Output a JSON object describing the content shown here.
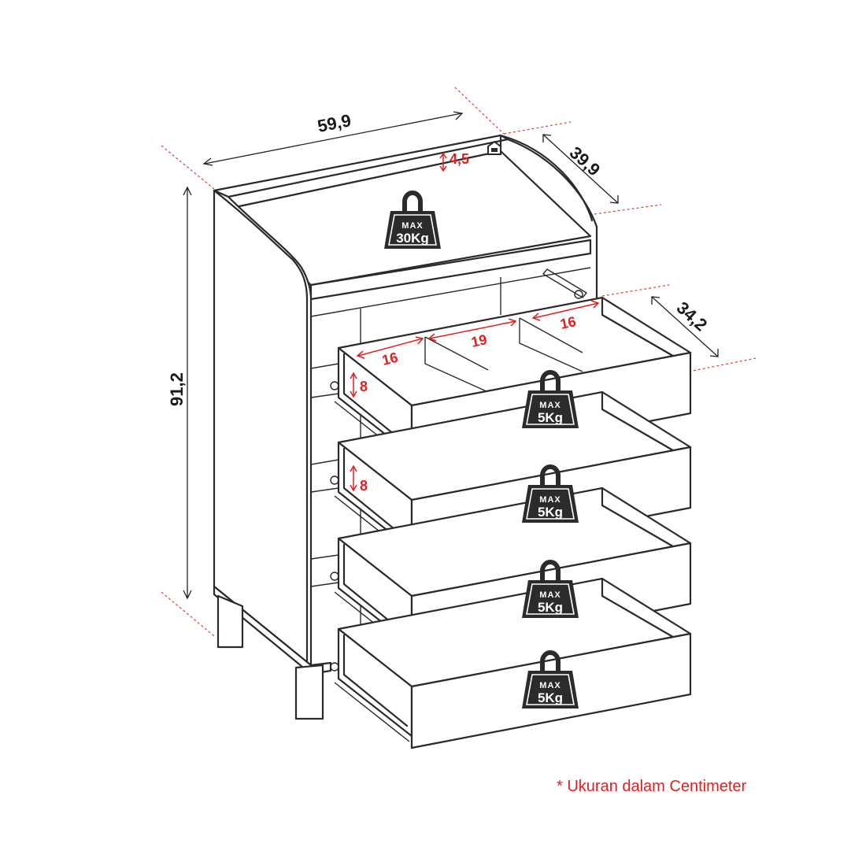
{
  "dimensions": {
    "width": "59,9",
    "depth": "39,9",
    "height": "91,2",
    "top_rim": "4,5",
    "drawer_depth": "34,2",
    "compartment_left": "16",
    "compartment_middle": "19",
    "compartment_right": "16",
    "drawer_height_1": "8",
    "drawer_height_2": "8"
  },
  "weights": {
    "top": {
      "max": "MAX",
      "value": "30Kg"
    },
    "drawers": [
      {
        "max": "MAX",
        "value": "5Kg"
      },
      {
        "max": "MAX",
        "value": "5Kg"
      },
      {
        "max": "MAX",
        "value": "5Kg"
      },
      {
        "max": "MAX",
        "value": "5Kg"
      }
    ]
  },
  "note": "* Ukuran dalam Centimeter",
  "colors": {
    "line": "#2a2a2a",
    "accent": "#e02020",
    "weight_fill": "#2b2b2b"
  }
}
